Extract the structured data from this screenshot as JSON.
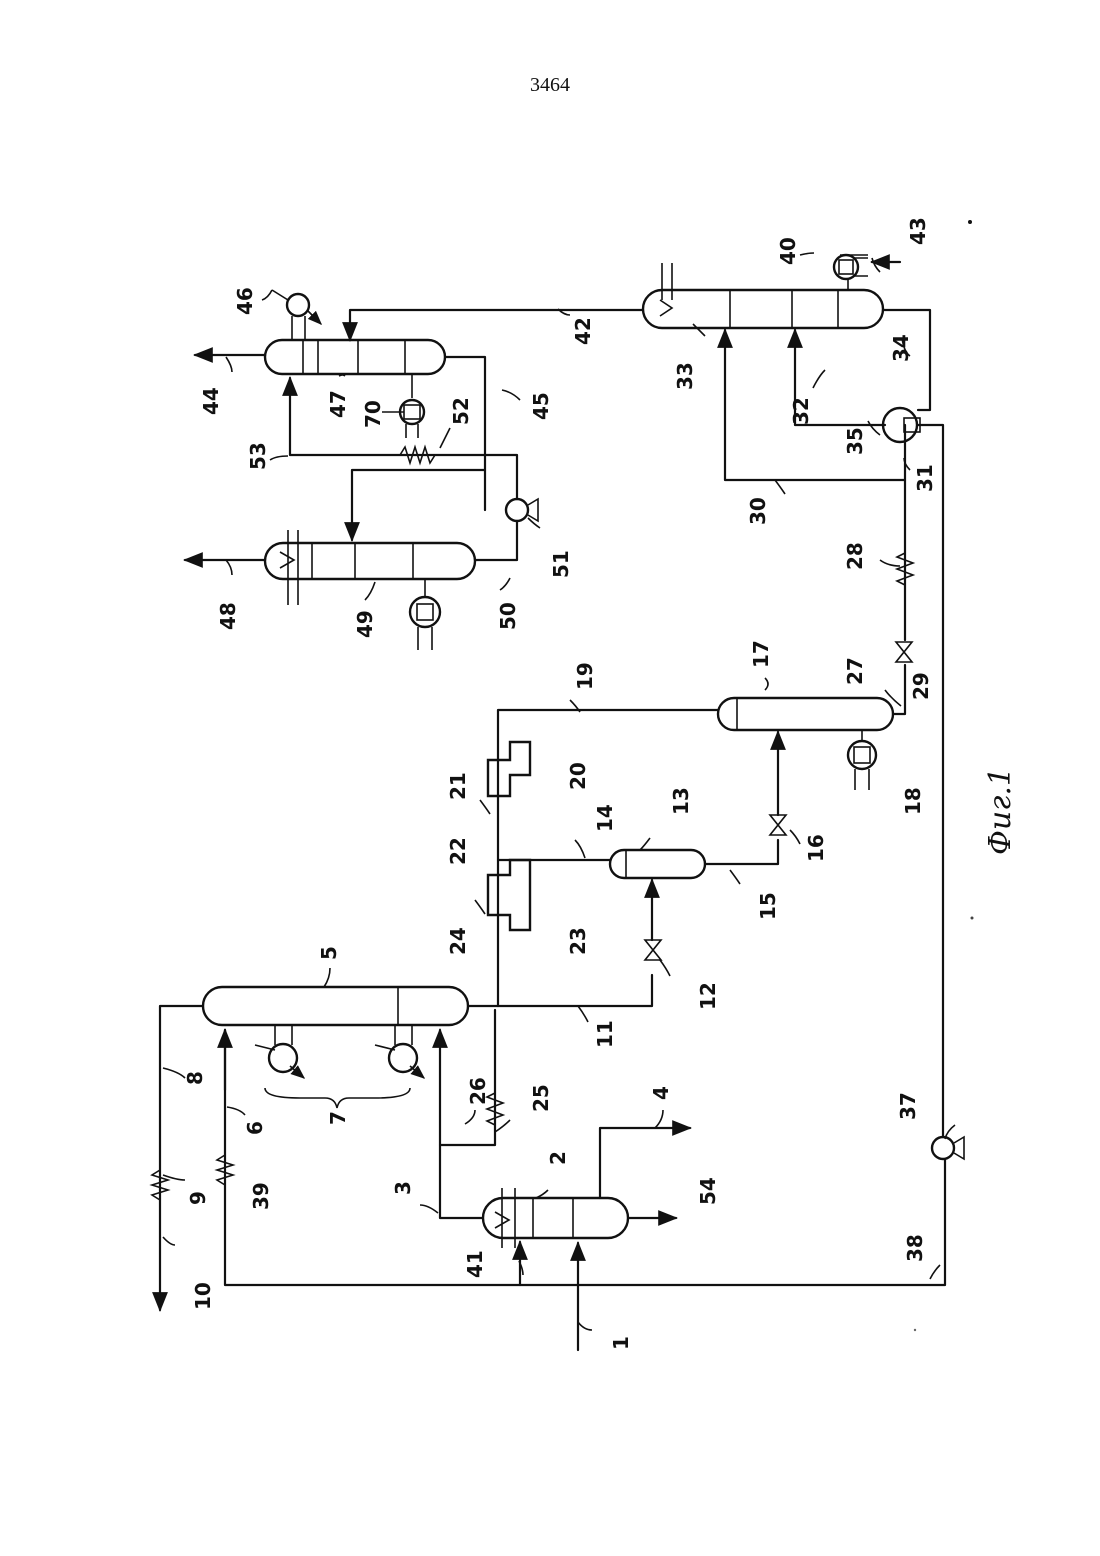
{
  "page_number": "3464",
  "figure_caption": "Фиг.1",
  "labels": [
    "1",
    "2",
    "3",
    "4",
    "5",
    "6",
    "7",
    "8",
    "9",
    "10",
    "11",
    "12",
    "13",
    "14",
    "15",
    "16",
    "17",
    "18",
    "19",
    "20",
    "21",
    "22",
    "23",
    "24",
    "25",
    "26",
    "27",
    "28",
    "29",
    "30",
    "31",
    "32",
    "33",
    "34",
    "35",
    "37",
    "38",
    "39",
    "40",
    "41",
    "42",
    "43",
    "44",
    "45",
    "46",
    "47",
    "48",
    "49",
    "50",
    "51",
    "52",
    "53",
    "54",
    "70"
  ]
}
